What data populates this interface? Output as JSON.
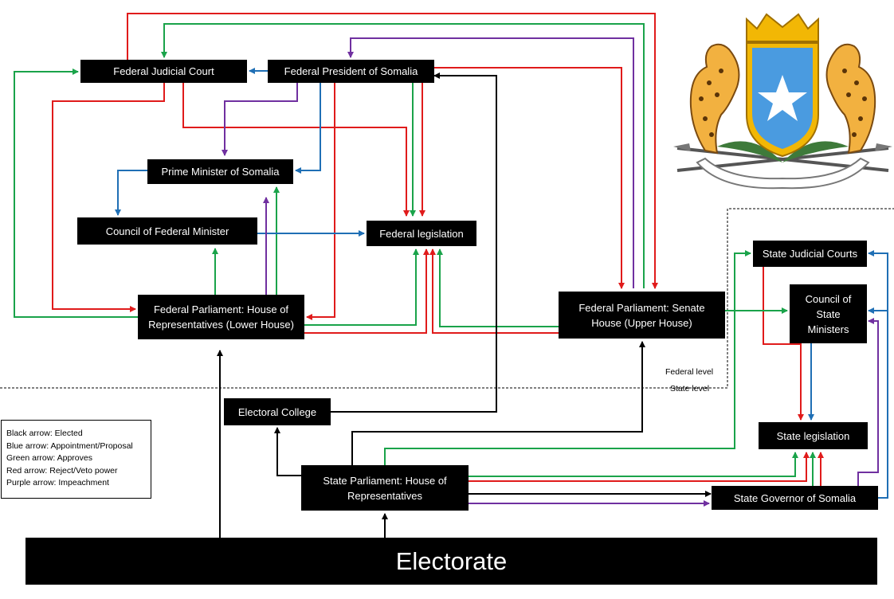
{
  "boxes": {
    "federal_judicial_court": "Federal Judicial Court",
    "federal_president": "Federal President of Somalia",
    "prime_minister": "Prime Minister of Somalia",
    "council_federal_minister": "Council of Federal Minister",
    "federal_legislation": "Federal legislation",
    "house_of_representatives": "Federal Parliament: House of Representatives (Lower House)",
    "senate": "Federal Parliament: Senate House (Upper House)",
    "electoral_college": "Electoral College",
    "state_parliament": "State Parliament: House of Representatives",
    "state_judicial_courts": "State Judicial Courts",
    "council_state_ministers": "Council of State Ministers",
    "state_legislation": "State legislation",
    "state_governor": "State Governor of Somalia",
    "electorate": "Electorate"
  },
  "levels": {
    "federal": "Federal level",
    "state": "State level"
  },
  "legend": [
    "Black arrow: Elected",
    "Blue arrow: Appointment/Proposal",
    "Green arrow: Approves",
    "Red arrow: Reject/Veto power",
    "Purple arrow: Impeachment"
  ],
  "colors": {
    "elected": "#000000",
    "appointment": "#1f6fb5",
    "approves": "#1aa34a",
    "veto": "#e01b1b",
    "impeachment": "#7030a0",
    "emblem_shield": "#4a9be0",
    "emblem_gold": "#f2b705"
  },
  "icons": {
    "emblem": "somalia-coat-of-arms-icon"
  }
}
